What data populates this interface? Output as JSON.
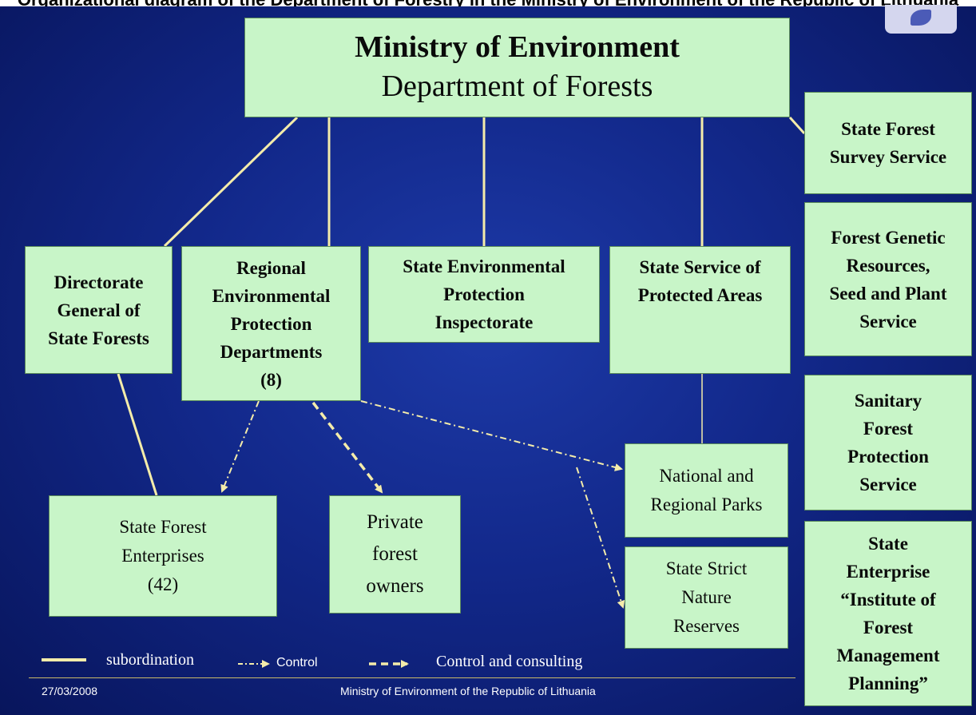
{
  "header": {
    "title": "Organizational diagram of the Department of Forestry in the Ministry of Environment of the Republic of Lithuania"
  },
  "ministry": {
    "name": "Ministry of Environment",
    "department": "Department of Forests"
  },
  "boxes": {
    "directorate": "Directorate\nGeneral of\nState Forests",
    "regional": "Regional\nEnvironmental\nProtection\nDepartments\n(8)",
    "inspectorate": "State Environmental\nProtection\nInspectorate",
    "protected_areas": "State Service of\nProtected Areas",
    "survey": "State Forest\nSurvey Service",
    "genetic": "Forest Genetic\nResources,\nSeed and Plant\nService",
    "sanitary": "Sanitary\nForest\nProtection\nService",
    "institute": "State\nEnterprise\n“Institute of\nForest\nManagement\nPlanning”",
    "enterprises": "State Forest\nEnterprises\n(42)",
    "private": "Private\nforest\nowners",
    "parks": "National and\nRegional Parks",
    "reserves": "State Strict\nNature\nReserves"
  },
  "legend": {
    "subordination": "subordination",
    "control": "Control",
    "control_consulting": "Control and consulting"
  },
  "footer": {
    "date": "27/03/2008",
    "org": "Ministry of Environment of the Republic of Lithuania"
  },
  "colors": {
    "box_fill": "#c8f5c8",
    "line": "#f4ecaa",
    "background": "#12288a"
  }
}
